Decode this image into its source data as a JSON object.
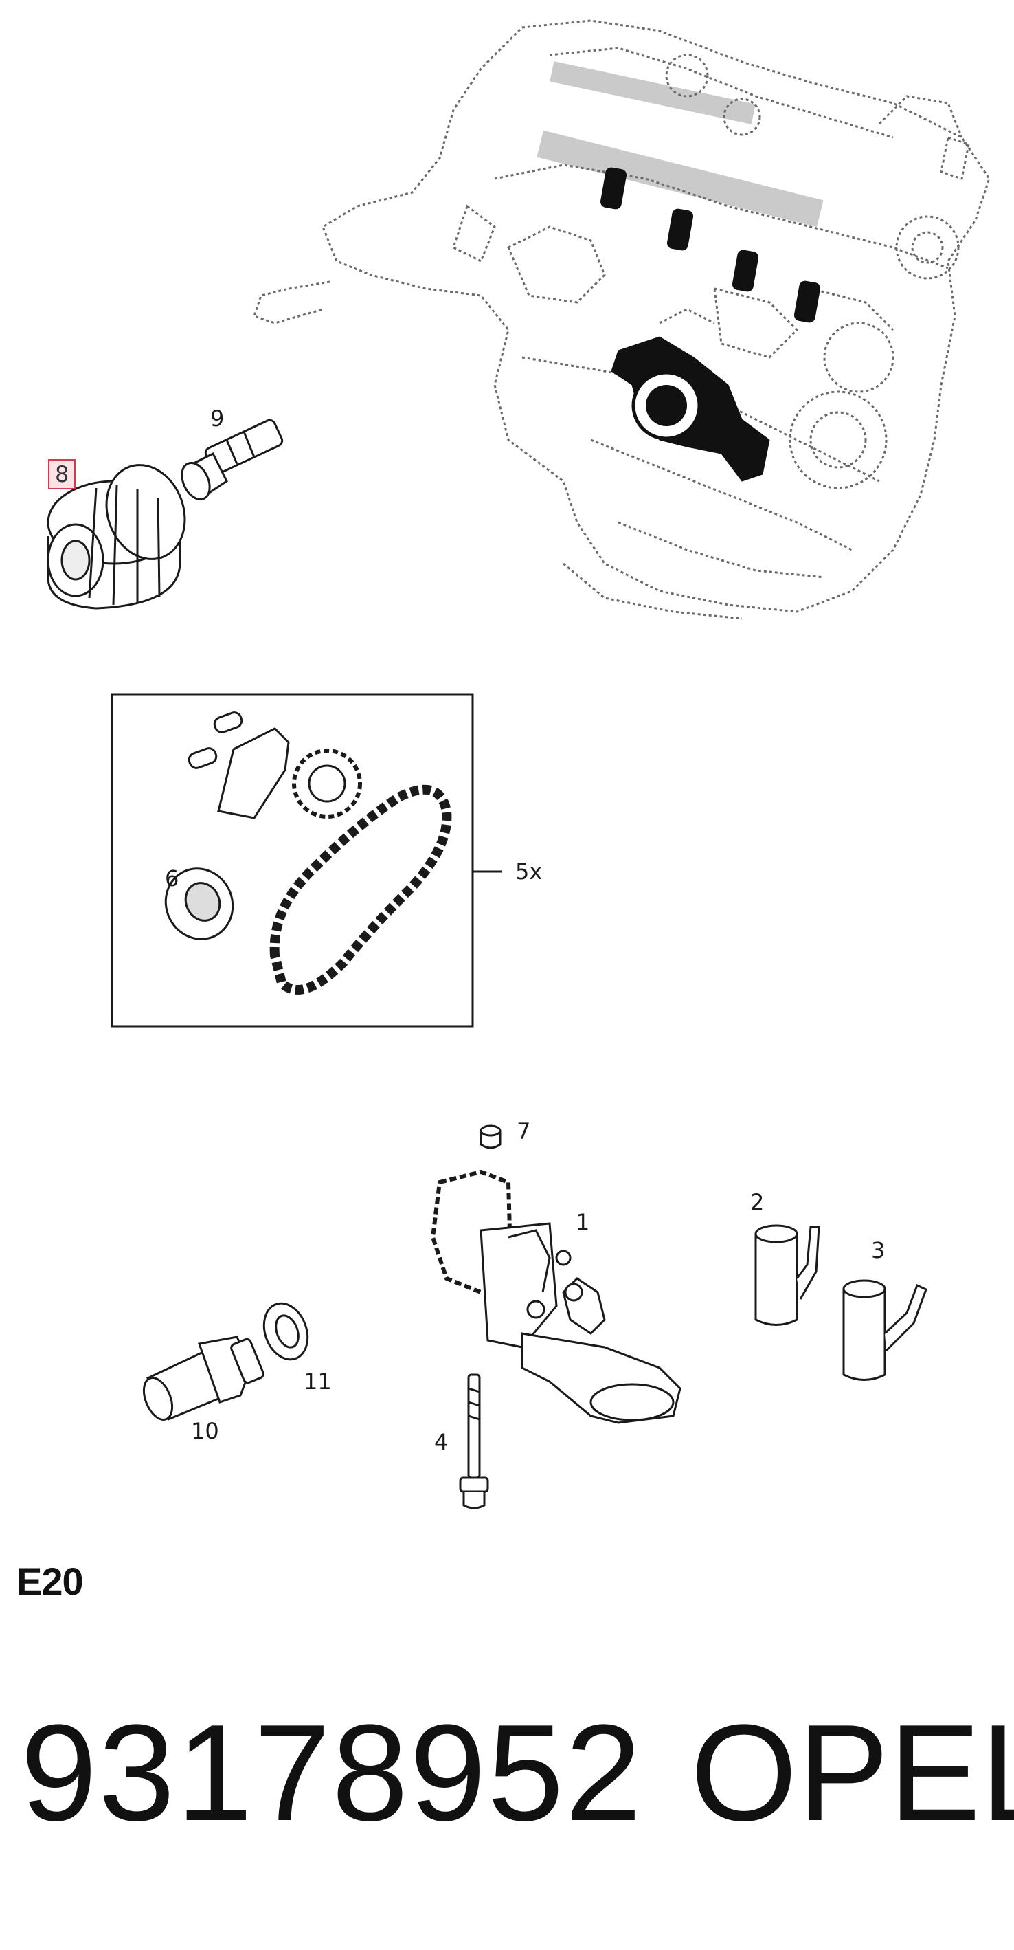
{
  "callouts": {
    "c1": "1",
    "c2": "2",
    "c3": "3",
    "c4": "4",
    "c5": "5x",
    "c6": "6",
    "c7": "7",
    "c8": "8",
    "c9": "9",
    "c10": "10",
    "c11": "11"
  },
  "highlight_color": "#d33b4b",
  "section_code": "E20",
  "part_number": "93178952",
  "brand": "OPEL"
}
